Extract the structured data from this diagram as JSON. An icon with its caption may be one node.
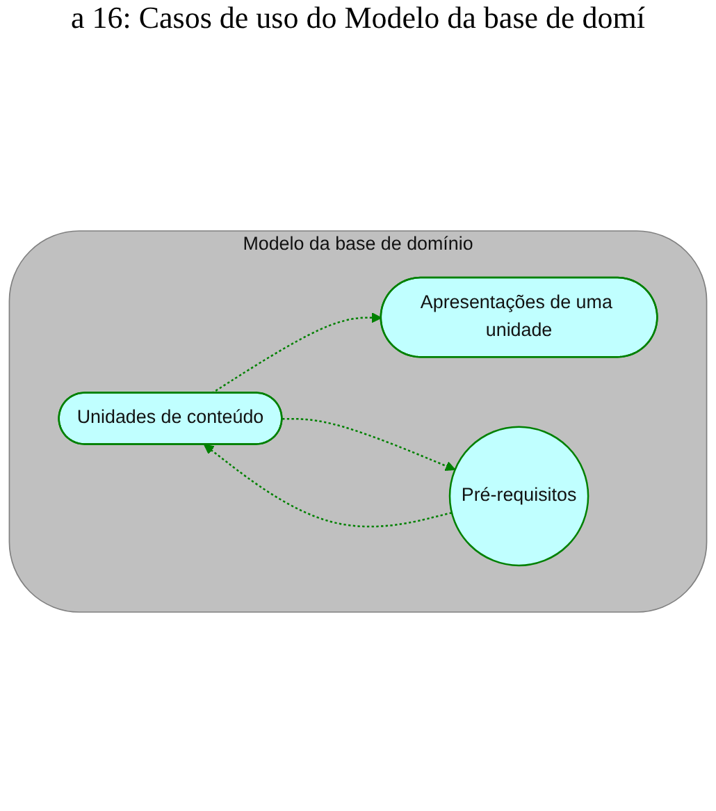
{
  "diagram": {
    "title": "a 16: Casos de uso do Modelo da base de domí",
    "nodes": [
      {
        "text": [
          "Modelo da base de domínio"
        ]
      },
      {
        "text": [
          "Apresentações de uma unidade"
        ],
        "in": 0
      },
      {
        "text": [
          "Unidades de conteúdo"
        ],
        "in": 0
      },
      {
        "text": [
          "Pré-requisitos"
        ],
        "in": 0
      }
    ],
    "edges": [
      {
        "from": 2,
        "to": 1,
        "arrow": "to",
        "style": "dashed"
      },
      {
        "from": 2,
        "to": 3,
        "arrow": "to",
        "style": "dashed"
      },
      {
        "from": 3,
        "to": 2,
        "arrow": "to",
        "style": "dashed"
      }
    ]
  }
}
